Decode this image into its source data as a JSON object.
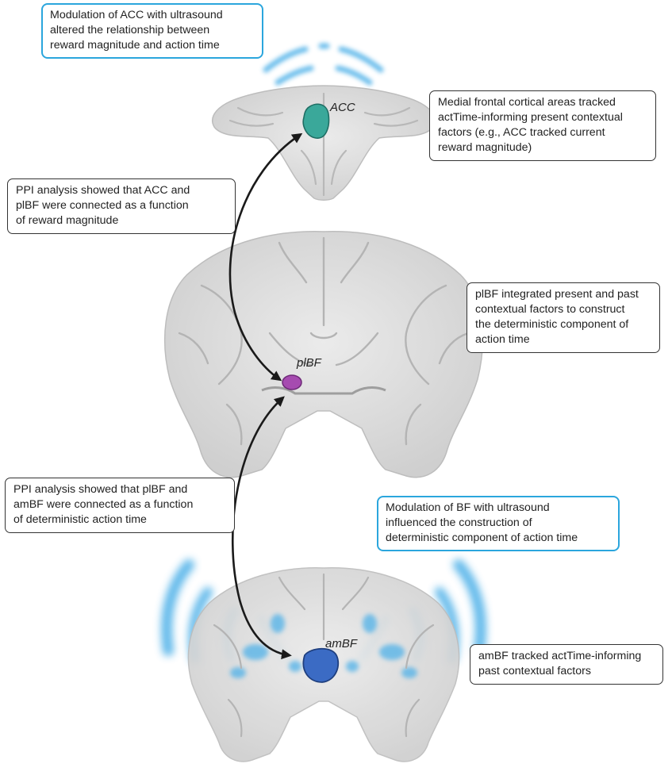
{
  "callouts": {
    "acc_ultrasound": {
      "lines": [
        "Modulation of ACC with ultrasound",
        "altered the relationship between",
        "reward magnitude and action time"
      ]
    },
    "medial_frontal": {
      "lines": [
        "Medial frontal cortical areas tracked",
        "actTime-informing present contextual",
        "factors (e.g., ACC tracked current",
        "reward magnitude)"
      ]
    },
    "ppi_acc_plbf": {
      "lines": [
        "PPI analysis showed that ACC and",
        "plBF were connected as a function",
        "of reward magnitude"
      ]
    },
    "plbf_integrated": {
      "lines": [
        "plBF integrated present and past",
        "contextual factors to construct",
        "the deterministic component of",
        "action time"
      ]
    },
    "ppi_plbf_ambf": {
      "lines": [
        "PPI analysis showed that plBF and",
        "amBF were connected as a function",
        "of deterministic action time"
      ]
    },
    "bf_ultrasound": {
      "lines": [
        "Modulation of BF with ultrasound",
        "influenced the construction of",
        "deterministic component of action time"
      ]
    },
    "ambf_tracked": {
      "lines": [
        "amBF tracked actTime-informing",
        "past contextual factors"
      ]
    }
  },
  "regions": {
    "acc": "ACC",
    "plbf": "plBF",
    "ambf": "amBF"
  },
  "colors": {
    "acc_fill": "#3aa89a",
    "plbf_fill": "#a64bb0",
    "ambf_fill": "#3b6bc4",
    "ultrasound_blue": "#4fb1e8",
    "accent_border": "#2ba6dd",
    "brain_gray": "#dcdcdc",
    "arrow": "#1a1a1a"
  },
  "icons": [
    "coronal-brain-slice",
    "ultrasound-wave",
    "double-headed-arrow"
  ]
}
